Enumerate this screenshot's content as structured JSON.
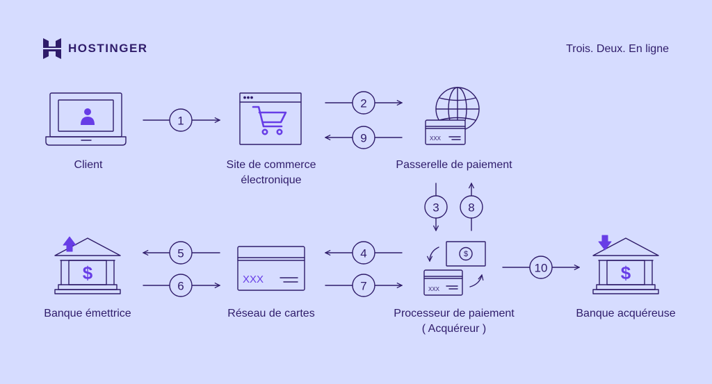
{
  "brand": {
    "name": "HOSTINGER",
    "tagline": "Trois. Deux. En ligne"
  },
  "nodes": {
    "client": "Client",
    "ecommerce_line1": "Site de commerce",
    "ecommerce_line2": "électronique",
    "gateway": "Passerelle de paiement",
    "issuer": "Banque émettrice",
    "network": "Réseau de cartes",
    "processor_line1": "Processeur de paiement",
    "processor_line2": "( Acquéreur )",
    "acquirer": "Banque acquéreuse"
  },
  "card_text": {
    "network_card": "XXX",
    "gateway_card": "XXX",
    "processor_card": "XXX"
  },
  "bank_symbol": "$",
  "steps": [
    "1",
    "2",
    "3",
    "4",
    "5",
    "6",
    "7",
    "8",
    "9",
    "10"
  ],
  "colors": {
    "background": "#d6dcff",
    "ink": "#2f1c6a",
    "accent": "#673de6"
  }
}
